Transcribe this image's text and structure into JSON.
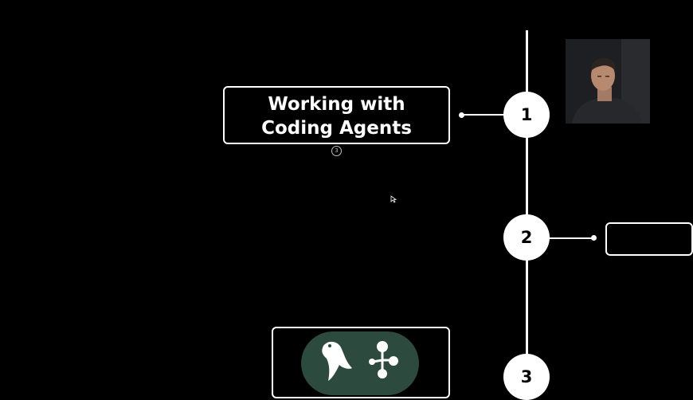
{
  "slide": {
    "card_title_line1": "Working with",
    "card_title_line2": "Coding Agents",
    "card_badge": "3",
    "step1_label": "1",
    "step2_label": "2",
    "step3_label": "3"
  },
  "colors": {
    "background": "#000000",
    "foreground": "#ffffff",
    "logo_bg": "#2d4a3e"
  },
  "icons": {
    "logo_left": "parrot-icon",
    "logo_right": "graph-nodes-icon",
    "cursor": "mouse-cursor-icon"
  }
}
